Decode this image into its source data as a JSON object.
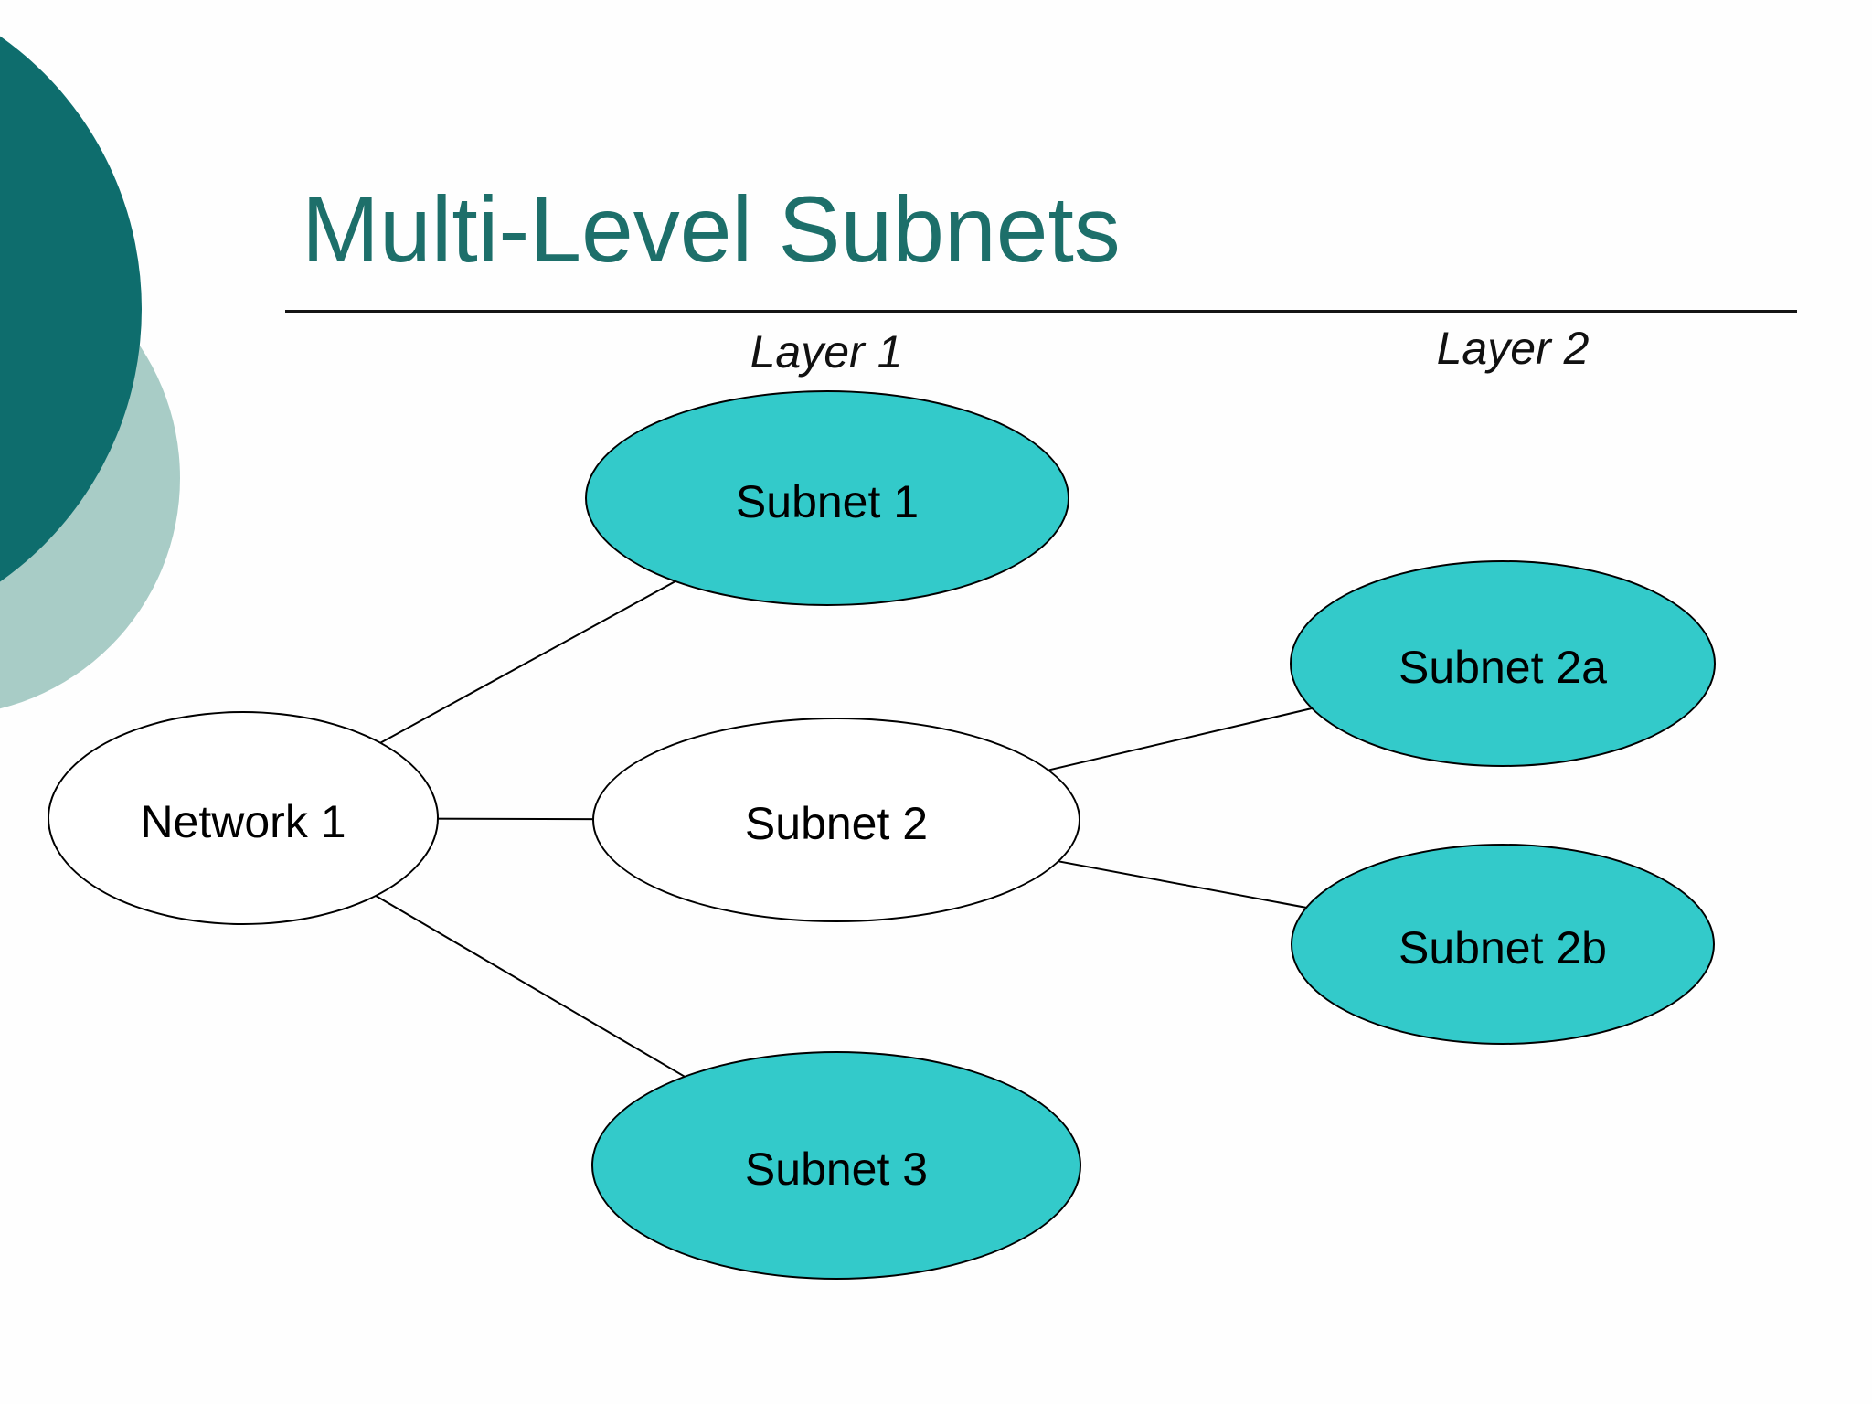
{
  "slide": {
    "title": "Multi-Level Subnets",
    "layers": [
      {
        "label": "Layer 1"
      },
      {
        "label": "Layer 2"
      }
    ]
  },
  "diagram": {
    "nodes": [
      {
        "id": "network-1",
        "label": "Network 1",
        "fill": "#ffffff"
      },
      {
        "id": "subnet-1",
        "label": "Subnet 1",
        "fill": "#33caca"
      },
      {
        "id": "subnet-2",
        "label": "Subnet 2",
        "fill": "#ffffff"
      },
      {
        "id": "subnet-3",
        "label": "Subnet 3",
        "fill": "#33caca"
      },
      {
        "id": "subnet-2a",
        "label": "Subnet 2a",
        "fill": "#33caca"
      },
      {
        "id": "subnet-2b",
        "label": "Subnet 2b",
        "fill": "#33caca"
      }
    ],
    "edges": [
      {
        "from": "Network 1",
        "to": "Subnet 1"
      },
      {
        "from": "Network 1",
        "to": "Subnet 2"
      },
      {
        "from": "Network 1",
        "to": "Subnet 3"
      },
      {
        "from": "Subnet 2",
        "to": "Subnet 2a"
      },
      {
        "from": "Subnet 2",
        "to": "Subnet 2b"
      }
    ]
  },
  "colors": {
    "title_text": "#1d6f6a",
    "node_fill_teal": "#33caca",
    "node_fill_white": "#ffffff",
    "node_border": "#000000",
    "edge_line": "#000000",
    "decor_circle_dark": "#0e6d6d",
    "decor_circle_light": "#a8ccc6",
    "title_rule": "#141414"
  }
}
